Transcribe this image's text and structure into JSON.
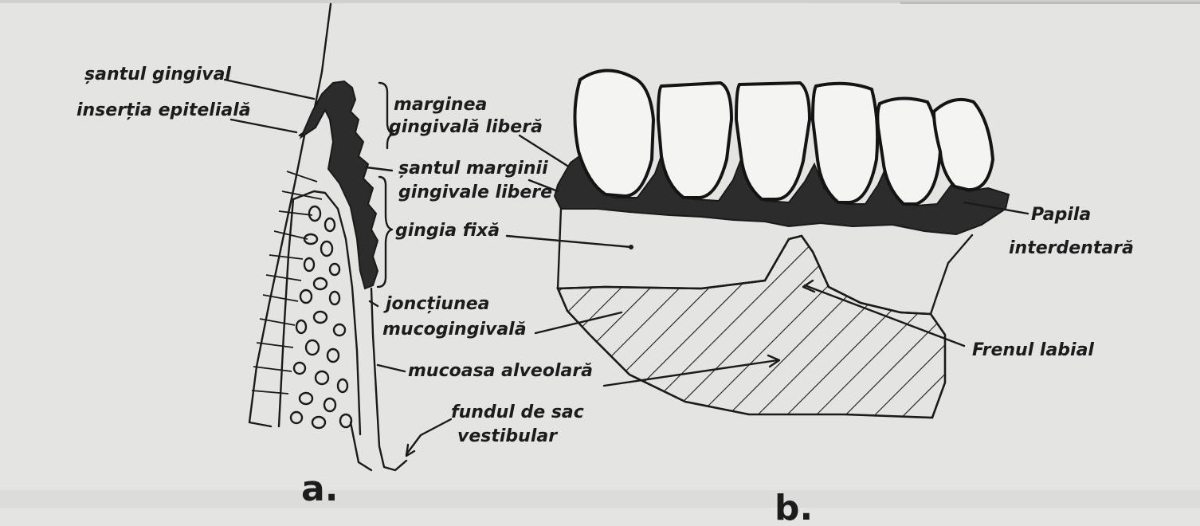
{
  "figure_a": {
    "panel_label": "a.",
    "labels": {
      "santul_gingival": "șantul gingival",
      "insertia_epiteliala": "inserția epitelială",
      "marginea_gingivala_libera_1": "marginea",
      "marginea_gingivala_libera_2": "gingivală liberă",
      "santul_marginii_1": "șantul marginii",
      "santul_marginii_2": "gingivale libere",
      "gingia_fixa": "gingia fixă",
      "jonctiunea_1": "joncțiunea",
      "jonctiunea_2": "mucogingivală",
      "mucoasa_alveolara": "mucoasa alveolară",
      "fundul_1": "fundul de sac",
      "fundul_2": "vestibular"
    }
  },
  "figure_b": {
    "panel_label": "b.",
    "labels": {
      "papila_1": "Papila",
      "papila_2": "interdentară",
      "frenul_labial": "Frenul labial"
    }
  },
  "colors": {
    "paper": "#e4e4e2",
    "ink": "#1a1a1a"
  }
}
